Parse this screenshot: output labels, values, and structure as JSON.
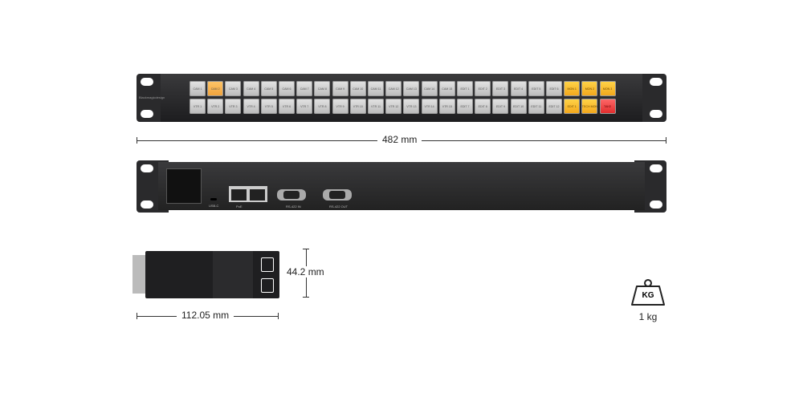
{
  "front_panel": {
    "logo": "Blackmagicdesign",
    "top_row": [
      "CAM 1",
      "CAM 2",
      "CAM 3",
      "CAM 4",
      "CAM 5",
      "CAM 6",
      "CAM 7",
      "CAM 8",
      "CAM 9",
      "CAM 10",
      "CAM 11",
      "CAM 12",
      "CAM 13",
      "CAM 14",
      "CAM 15",
      "EDIT 1",
      "EDIT 2",
      "EDIT 3",
      "EDIT 4",
      "EDIT 5",
      "EDIT 6",
      "MON 1",
      "MON 2",
      "MON 3"
    ],
    "bottom_row": [
      "VTR 1",
      "VTR 2",
      "VTR 3",
      "VTR 4",
      "VTR 5",
      "VTR 6",
      "VTR 7",
      "VTR 8",
      "VTR 9",
      "VTR 10",
      "VTR 11",
      "VTR 12",
      "VTR 13",
      "VTR 14",
      "VTR 15",
      "EDIT 7",
      "EDIT 8",
      "EDIT 9",
      "EDIT 10",
      "EDIT 11",
      "EDIT 12",
      "EDIT 1",
      "TECH MON",
      "TAKE"
    ],
    "highlight_colors": {
      "selected": "#f5b73a",
      "mon": "#f7c52a",
      "take": "#f04040"
    }
  },
  "rear_panel": {
    "ports": [
      "USB-C",
      "PoE",
      "RS-422 IN",
      "RS-422 OUT"
    ]
  },
  "dimensions": {
    "width": "482 mm",
    "height": "44.2 mm",
    "depth": "112.05 mm"
  },
  "weight": {
    "icon": "KG",
    "value": "1 kg"
  }
}
